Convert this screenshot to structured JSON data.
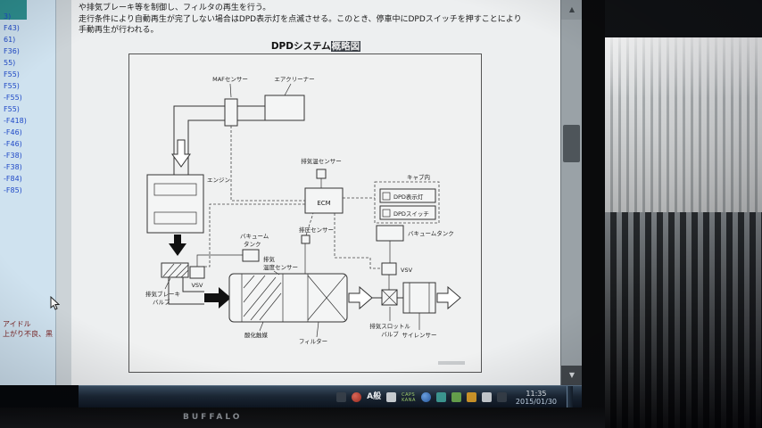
{
  "sidebar": {
    "items": [
      "3)",
      "F43)",
      "61)",
      "F36)",
      "55)",
      "F55)",
      "F55)",
      "-F55)",
      "F55)",
      "-F418)",
      "-F46)",
      "-F46)",
      "-F38)",
      "-F38)",
      "-F84)",
      "-F85)"
    ],
    "footer": [
      "アイドル",
      "上がり不良、黒"
    ]
  },
  "document": {
    "paragraph": [
      "や排気ブレーキ等を制御し、フィルタの再生を行う。",
      "走行条件により自動再生が完了しない場合はDPD表示灯を点滅させる。このとき、停車中にDPDスイッチを押すことにより",
      "手動再生が行われる。"
    ],
    "title_prefix": "DPDシステム",
    "title_highlight": "概略図"
  },
  "diagram": {
    "maf_sensor": "MAFセンサー",
    "air_cleaner": "エアクリーナー",
    "engine": "エンジン",
    "exhaust_temp_sensor": "排気温センサー",
    "ecm": "ECM",
    "cab_label": "キャブ内",
    "dpd_lamp": "DPD表示灯",
    "dpd_switch": "DPDスイッチ",
    "pressure_sensor": "排圧センサー",
    "vacuum_tank_right": "バキュームタンク",
    "vsv_right": "VSV",
    "vacuum_tank_left_1": "バキューム",
    "vacuum_tank_left_2": "タンク",
    "exhaust_temp_label_1": "排気",
    "exhaust_temp_label_2": "温度センサー",
    "vsv_left": "VSV",
    "exhaust_brake_1": "排気ブレーキ",
    "exhaust_brake_2": "バルブ",
    "oxidation_catalyst": "酸化触媒",
    "filter": "フィルター",
    "exhaust_throttle_1": "排気スロットル",
    "exhaust_throttle_2": "バルブ",
    "silencer": "サイレンサー"
  },
  "taskbar": {
    "ime_mode": "A般",
    "caps_indicator": "CAPS",
    "kana_indicator": "KANA",
    "time": "11:35",
    "date": "2015/01/30"
  },
  "scrollbar": {
    "up_glyph": "▲",
    "down_glyph": "▼"
  },
  "monitor": {
    "brand": "BUFFALO"
  }
}
